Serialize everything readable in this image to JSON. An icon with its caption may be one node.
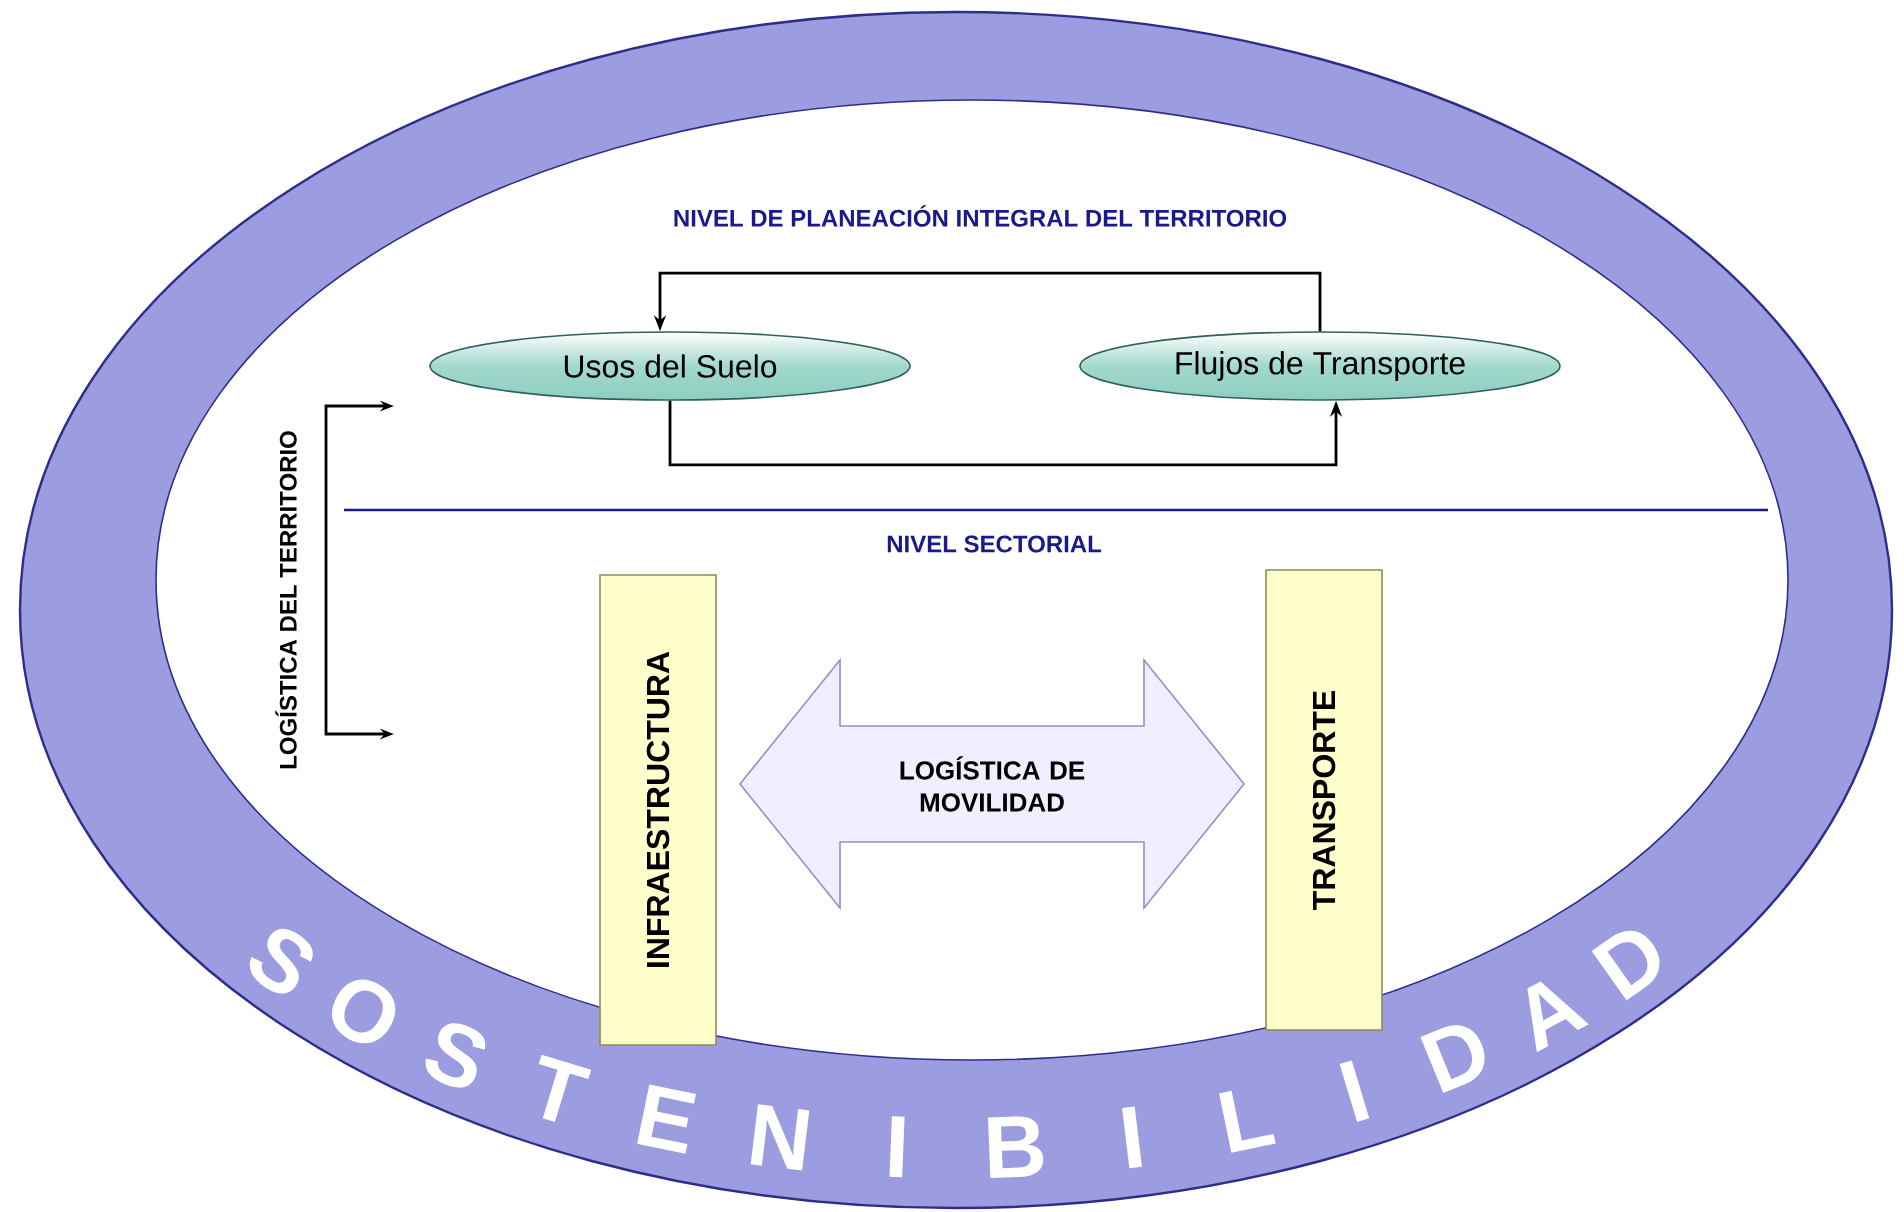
{
  "diagram": {
    "nodes": [
      {
        "text": [
          "SOSTENIBILIDAD"
        ]
      },
      {
        "text": [
          "Usos del Suelo"
        ],
        "in": 0
      },
      {
        "text": [
          "Flujos de Transporte"
        ],
        "in": 0
      },
      {
        "text": [
          "INFRAESTRUCTURA"
        ],
        "in": 0
      },
      {
        "text": [
          "TRANSPORTE"
        ],
        "in": 0
      }
    ],
    "edges": [
      {
        "from": 1,
        "to": 2,
        "arrow": "to"
      },
      {
        "from": 2,
        "to": 1,
        "arrow": "to"
      },
      {
        "from": 3,
        "to": 4,
        "arrow": "both",
        "label": "LOGÍSTICA DE MOVILIDAD"
      }
    ],
    "labels": [
      "NIVEL DE PLANEACIÓN INTEGRAL DEL TERRITORIO",
      "LOGÍSTICA DEL TERRITORIO",
      "NIVEL SECTORIAL"
    ]
  }
}
